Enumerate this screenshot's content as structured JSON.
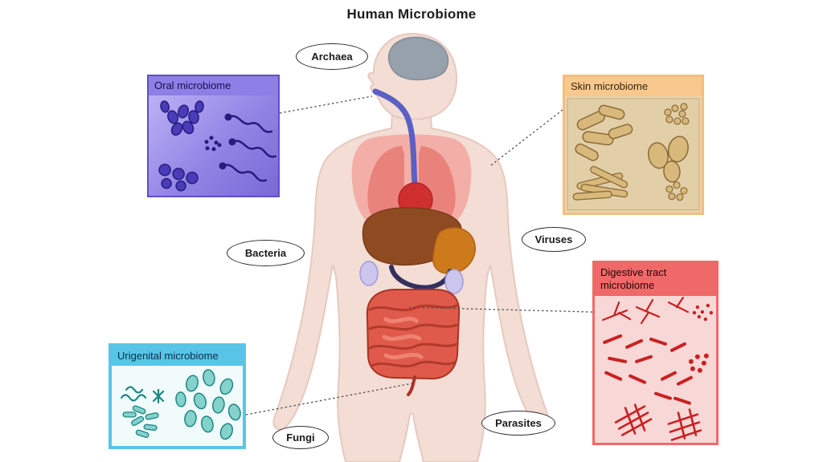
{
  "title": "Human Microbiome",
  "labels": {
    "archaea": "Archaea",
    "bacteria": "Bacteria",
    "viruses": "Viruses",
    "fungi": "Fungi",
    "parasites": "Parasites"
  },
  "panels": {
    "oral": {
      "title": "Oral microbiome",
      "accent": "#8d7fe6"
    },
    "skin": {
      "title": "Skin microbiome",
      "accent": "#f8c88e"
    },
    "digestive": {
      "title": "Digestive tract microbiome",
      "accent": "#f06969"
    },
    "urogenital": {
      "title": "Urigenital microbiome",
      "accent": "#58c5e8"
    }
  },
  "body_organs": [
    "brain",
    "esophagus",
    "lungs",
    "heart",
    "liver",
    "stomach",
    "kidneys",
    "intestines"
  ],
  "icon_names": {
    "oral": [
      "oral-cocci-cluster-icon",
      "oral-microdots-icon",
      "oral-cocci-large-icon",
      "oral-spirochete-icon"
    ],
    "skin": [
      "skin-rod-bacteria-icon",
      "skin-cocci-cluster-icon",
      "skin-yeast-oval-icon",
      "skin-filament-rod-icon"
    ],
    "digestive": [
      "digestive-branching-bacteria-icon",
      "digestive-cocci-icon",
      "digestive-rod-bacteria-icon",
      "digestive-crosshatch-bacteria-icon"
    ],
    "urogenital": [
      "urogenital-oval-cells-icon",
      "urogenital-rod-bacteria-icon",
      "urogenital-spirilla-icon"
    ]
  },
  "colors": {
    "body_skin": "#f3ddd5",
    "organ_red": "#d02f2f",
    "connector": "#55504c"
  }
}
